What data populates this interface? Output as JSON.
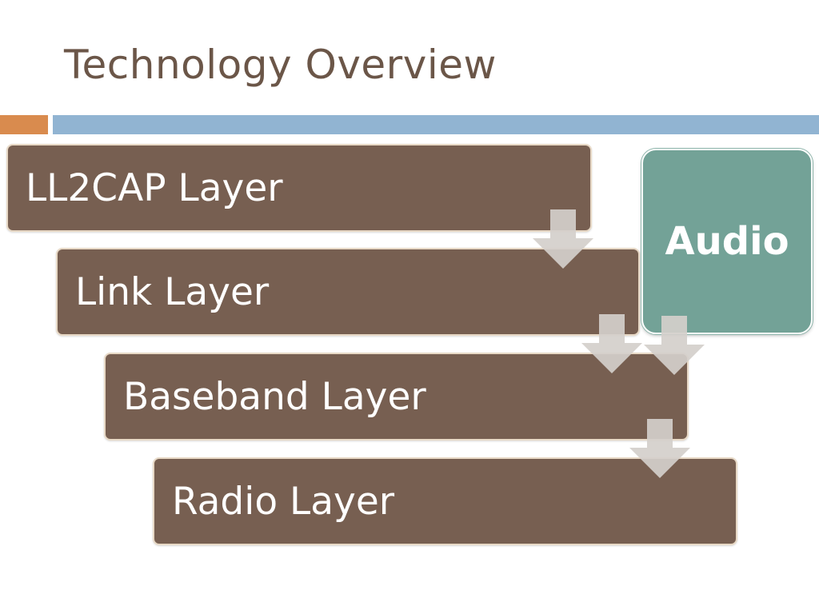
{
  "title": "Technology Overview",
  "diagram": {
    "layers": [
      {
        "label": "LL2CAP Layer"
      },
      {
        "label": "Link Layer"
      },
      {
        "label": "Baseband Layer"
      },
      {
        "label": "Radio Layer"
      }
    ],
    "side_block": {
      "label": "Audio"
    },
    "colors": {
      "layer_fill": "#775f51",
      "layer_border": "#e8d9c6",
      "audio_fill": "#73a297",
      "arrow": "#d4cfcb",
      "title": "#6b5648",
      "accent_orange": "#d98b4e",
      "accent_blue": "#91b4d2"
    }
  }
}
